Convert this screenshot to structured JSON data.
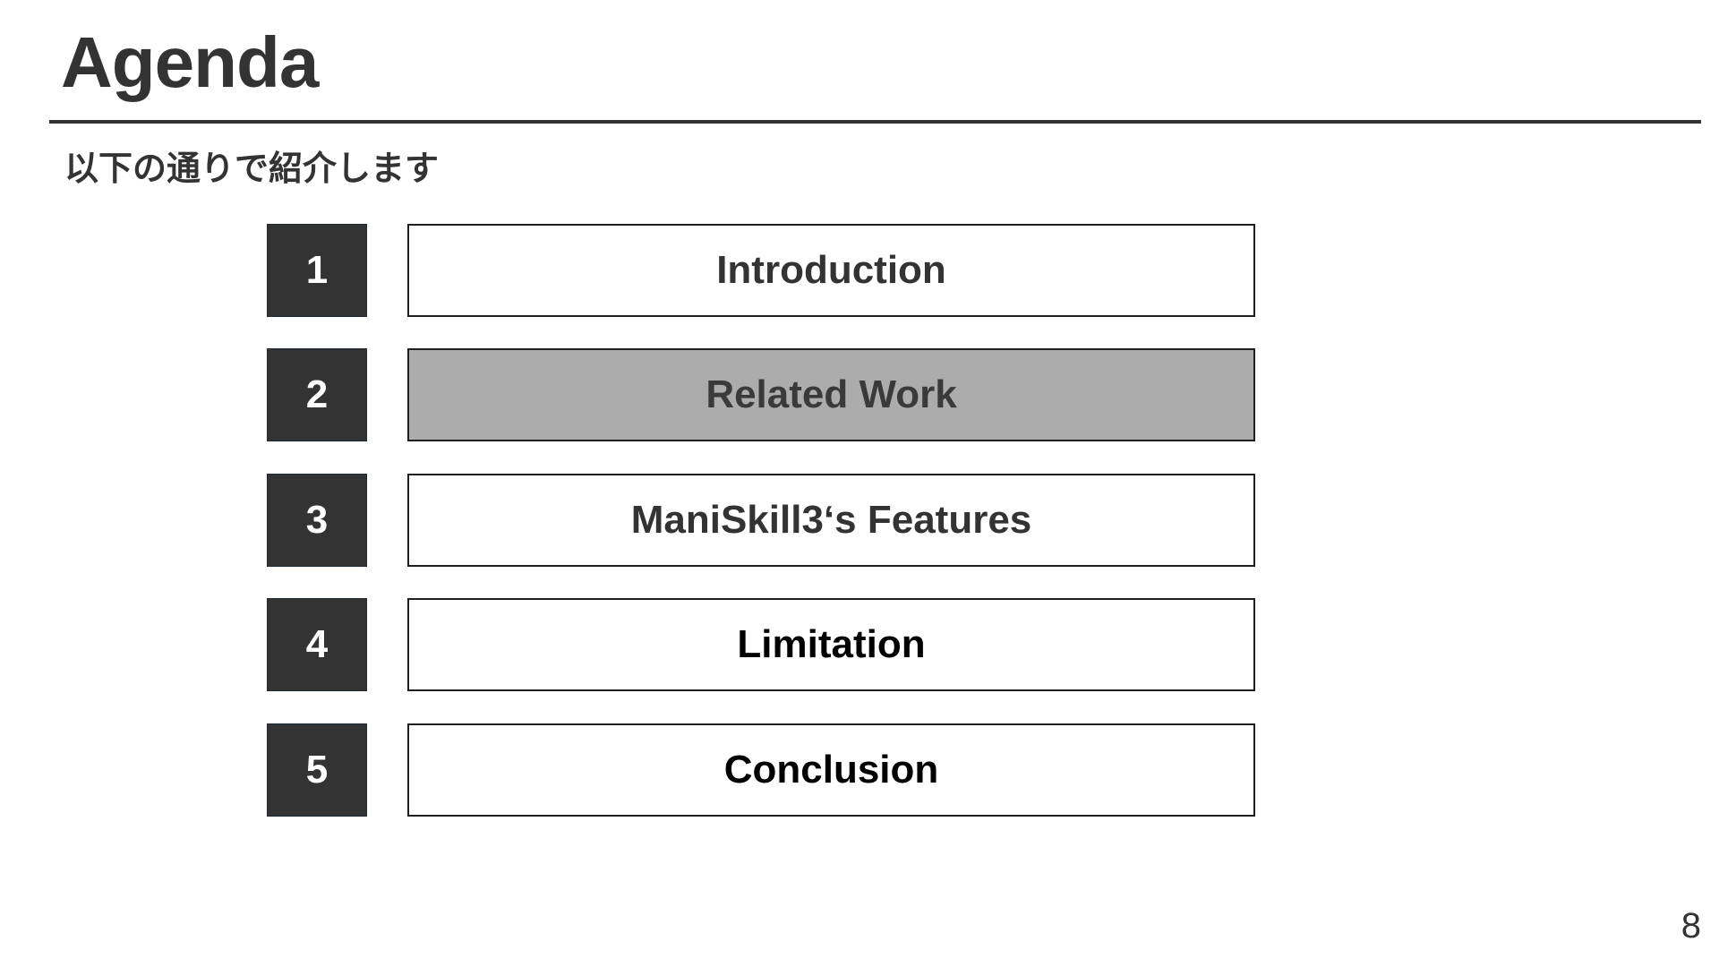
{
  "title": "Agenda",
  "subtitle": "以下の通りで紹介します",
  "agenda": [
    {
      "number": "1",
      "label": "Introduction"
    },
    {
      "number": "2",
      "label": "Related Work"
    },
    {
      "number": "3",
      "label": "ManiSkill3‘s Features"
    },
    {
      "number": "4",
      "label": "Limitation"
    },
    {
      "number": "5",
      "label": "Conclusion"
    }
  ],
  "highlighted_item": "Related Work",
  "page_number": "8",
  "colors": {
    "primary": "#333333",
    "highlight": "#acacac",
    "background": "#ffffff"
  }
}
